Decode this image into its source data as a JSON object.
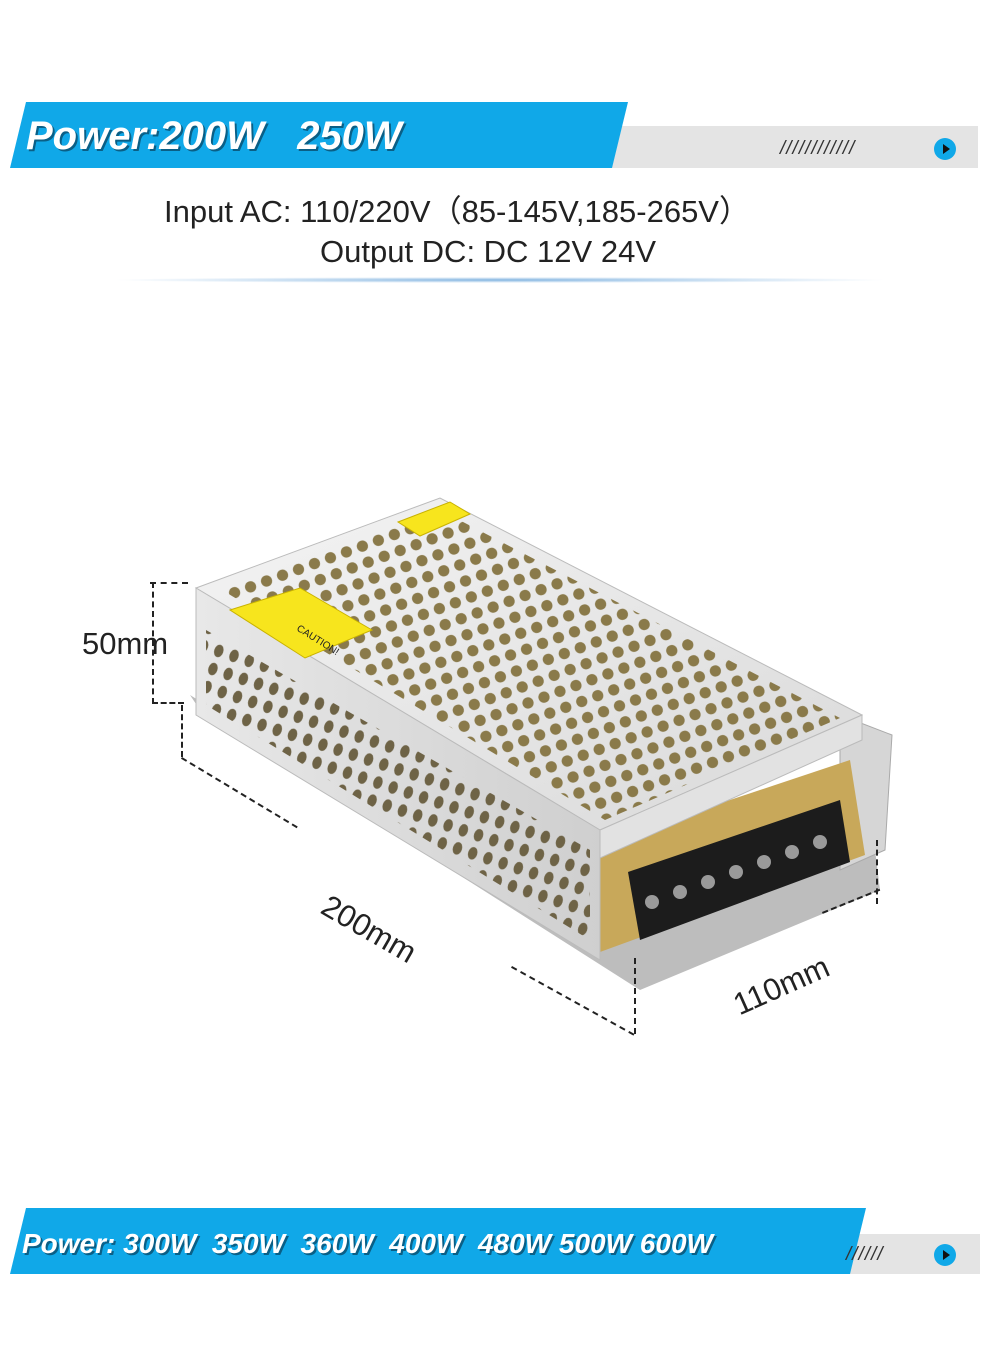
{
  "top_banner": {
    "label": "Power:",
    "values": "200W   250W",
    "slashes": "////////////"
  },
  "specs": {
    "input": "Input AC: 110/220V（85-145V,185-265V）",
    "output": "Output DC: DC 12V 24V"
  },
  "product": {
    "dimensions": {
      "height": "50mm",
      "length": "200mm",
      "width": "110mm"
    },
    "caution_label": "CAUTION!"
  },
  "bottom_banner": {
    "label": "Power:",
    "values": "300W  350W  360W  400W  480W 500W 600W",
    "slashes": "//////"
  },
  "colors": {
    "accent": "#10a8e8",
    "banner_grey": "#e4e4e4",
    "label_yellow": "#f7e51d"
  }
}
